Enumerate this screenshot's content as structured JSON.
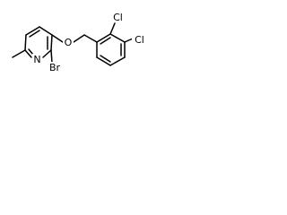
{
  "molecule": {
    "atoms": {
      "n": "N",
      "br": "Br",
      "o": "O",
      "cl_top": "Cl",
      "cl_right": "Cl"
    }
  }
}
